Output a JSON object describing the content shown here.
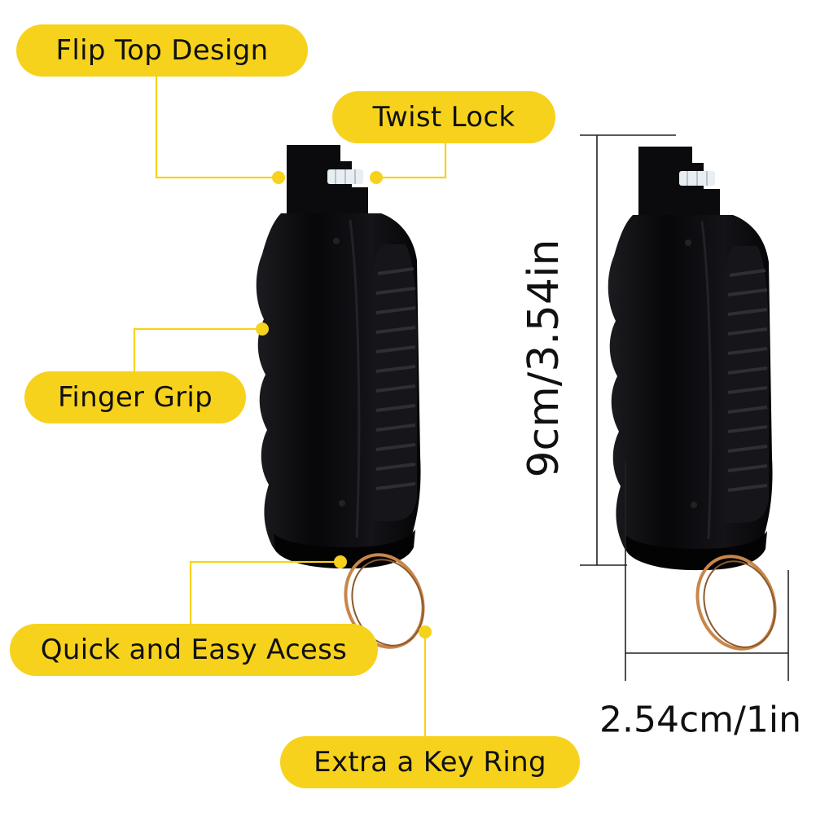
{
  "callouts": {
    "flip_top": "Flip Top Design",
    "twist_lock": "Twist Lock",
    "finger_grip": "Finger Grip",
    "quick_access": "Quick and Easy Acess",
    "key_ring": "Extra a Key Ring"
  },
  "dimensions": {
    "height": "9cm/3.54in",
    "width": "2.54cm/1in"
  },
  "colors": {
    "callout_fill": "#f7d21c",
    "leader_line": "#f7d21c",
    "device_body": "#0d0d0f",
    "key_ring": "#c8864a"
  }
}
